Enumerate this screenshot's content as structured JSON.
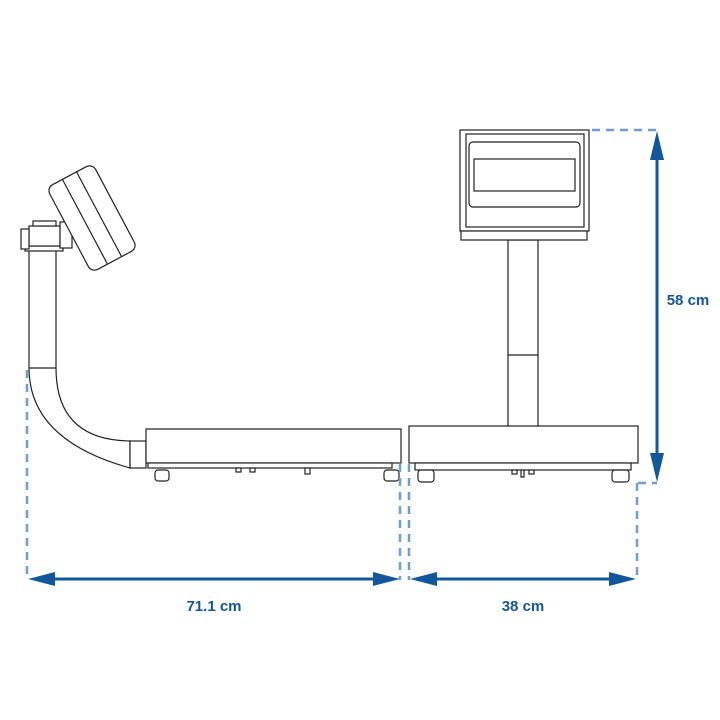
{
  "dimensions": {
    "depth_label": "71.1 cm",
    "width_label": "38 cm",
    "height_label": "58 cm"
  },
  "colors": {
    "dimension_line": "#12569c",
    "extension_line": "#6d9fd0",
    "outline": "#222222"
  }
}
